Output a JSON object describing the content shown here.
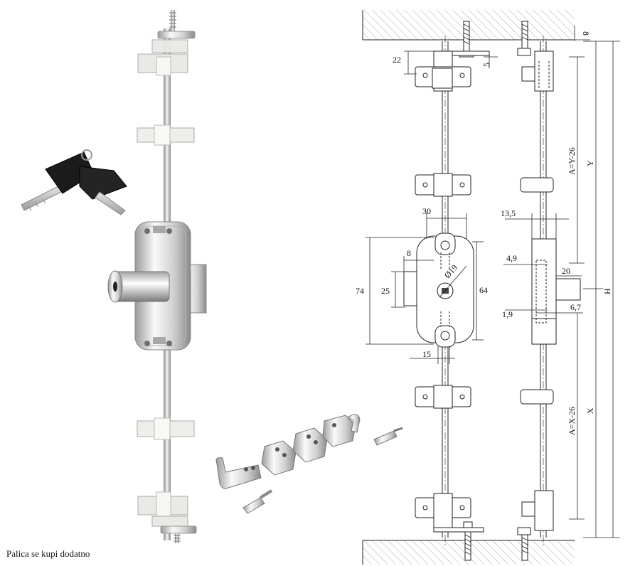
{
  "caption": "Palica se kupi dodatno",
  "dimensions": {
    "d22": "22",
    "d5": "5",
    "d8top": "8",
    "d30": "30",
    "d8": "8",
    "d19": "Ø19",
    "d74": "74",
    "d25": "25",
    "d64": "64",
    "d15": "15",
    "d13_5": "13,5",
    "d4_9": "4,9",
    "d20": "20",
    "d1_9": "1,9",
    "d6_7": "6,7",
    "label_ay": "A=Y-26",
    "label_y": "Y",
    "label_h": "H",
    "label_x": "X",
    "label_ax": "A=X-26"
  },
  "colors": {
    "line": "#222222",
    "chrome_light": "#f4f4f4",
    "chrome_mid": "#c9c9c9",
    "chrome_dark": "#8c8c8c",
    "plastic": "#e9e9e6",
    "key_black": "#1b1b1b",
    "hatch": "#777777"
  }
}
